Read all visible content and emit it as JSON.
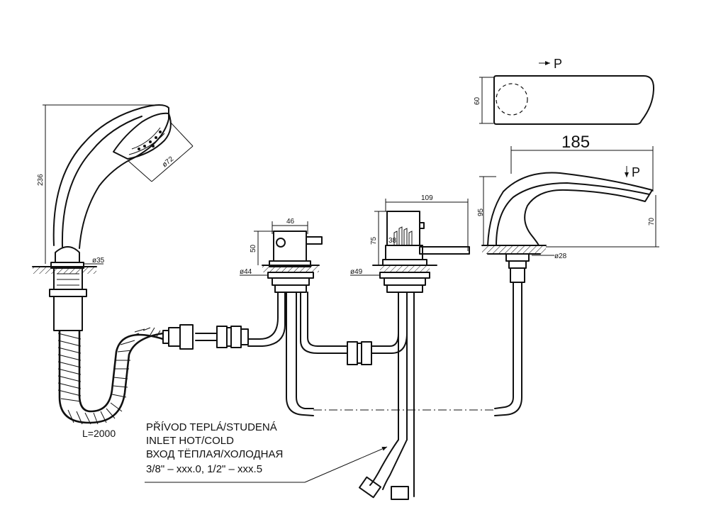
{
  "title": "",
  "view_labels": {
    "top_view": "P",
    "section_marker": "P"
  },
  "dimensions": {
    "width_185": "185",
    "depth_60": "60",
    "height_95": "95",
    "height_70": "70",
    "spout_dia": "ø28",
    "valve_width": "109",
    "valve_height": "75",
    "valve_dia": "ø49",
    "diverter_width": "46",
    "diverter_height": "50",
    "diverter_dia": "ø44",
    "shower_height": "236",
    "shower_head_dia": "ø72",
    "holder_dia": "ø35"
  },
  "hose_length": "L=2000",
  "inlet_note": {
    "line1": "PŘÍVOD TEPLÁ/STUDENÁ",
    "line2": "INLET HOT/COLD",
    "line3": "ВХОД ТЁПЛАЯ/ХОЛОДНАЯ",
    "line4": "3/8\" – xxx.0, 1/2\" – xxx.5"
  }
}
